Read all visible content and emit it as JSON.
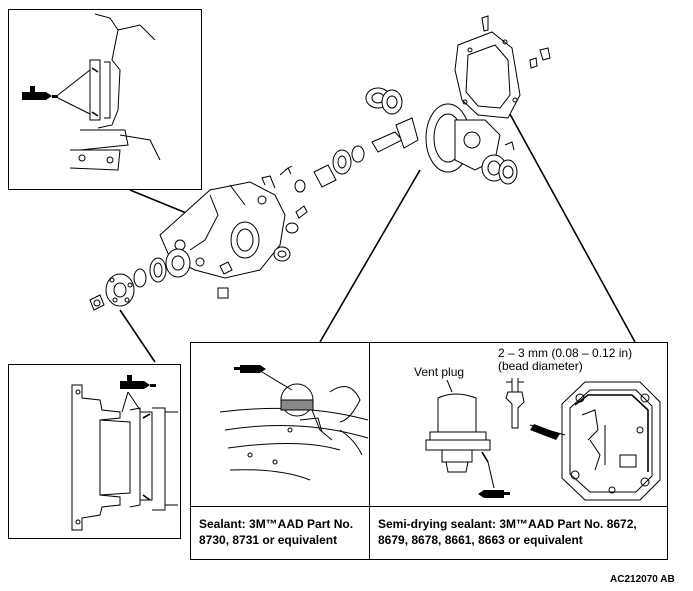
{
  "callouts": {
    "sealant_left": {
      "line1": "Sealant: 3M™AAD Part No.",
      "line2": "8730, 8731 or equivalent"
    },
    "sealant_right": {
      "line1": "Semi-drying sealant: 3M™AAD Part No. 8672,",
      "line2": "8679, 8678, 8661, 8663 or equivalent"
    },
    "vent_plug_label": "Vent plug",
    "bead_size": "2 – 3 mm (0.08 – 0.12 in)",
    "bead_note": "(bead diameter)"
  },
  "figure_id": "AC212070 AB",
  "icons": {
    "sealant_tube": "sealant-tube-icon"
  }
}
